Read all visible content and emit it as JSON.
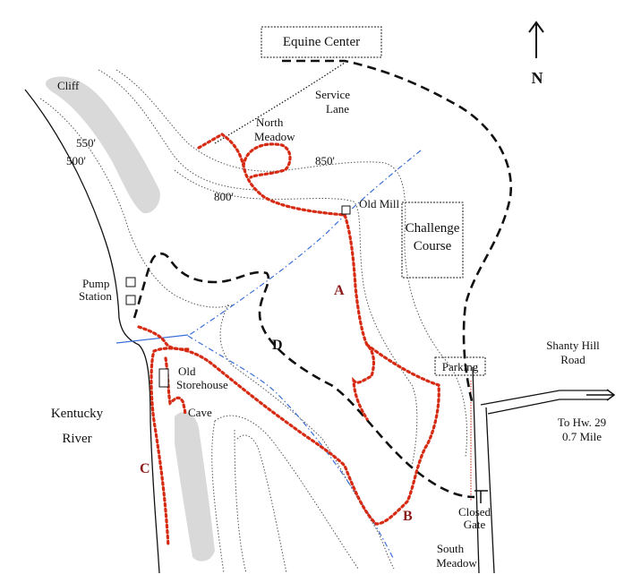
{
  "colors": {
    "trail_red": "#d62a12",
    "trail_black": "#111111",
    "stream_blue": "#3a6fd8",
    "rock_gray": "#d9d9d9",
    "contour": "#555555",
    "letter_red": "#8b1a1a"
  },
  "labels": {
    "equine_center": "Equine Center",
    "north": "N",
    "cliff": "Cliff",
    "service_lane_1": "Service",
    "service_lane_2": "Lane",
    "north_meadow_1": "North",
    "north_meadow_2": "Meadow",
    "elev_550": "550'",
    "elev_500": "500'",
    "elev_850": "850'",
    "elev_800": "800'",
    "old_mill": "Old Mill",
    "challenge_course_1": "Challenge",
    "challenge_course_2": "Course",
    "pump_station_1": "Pump",
    "pump_station_2": "Station",
    "old_storehouse_1": "Old",
    "old_storehouse_2": "Storehouse",
    "cave": "Cave",
    "kentucky_river_1": "Kentucky",
    "kentucky_river_2": "River",
    "parking": "Parking",
    "shanty_hill_1": "Shanty Hill",
    "shanty_hill_2": "Road",
    "to_hw_1": "To Hw. 29",
    "to_hw_2": "0.7 Mile",
    "closed_gate_1": "Closed",
    "closed_gate_2": "Gate",
    "south_meadow_1": "South",
    "south_meadow_2": "Meadow"
  },
  "trails": {
    "a": "A",
    "b": "B",
    "c": "C",
    "d": "D"
  }
}
